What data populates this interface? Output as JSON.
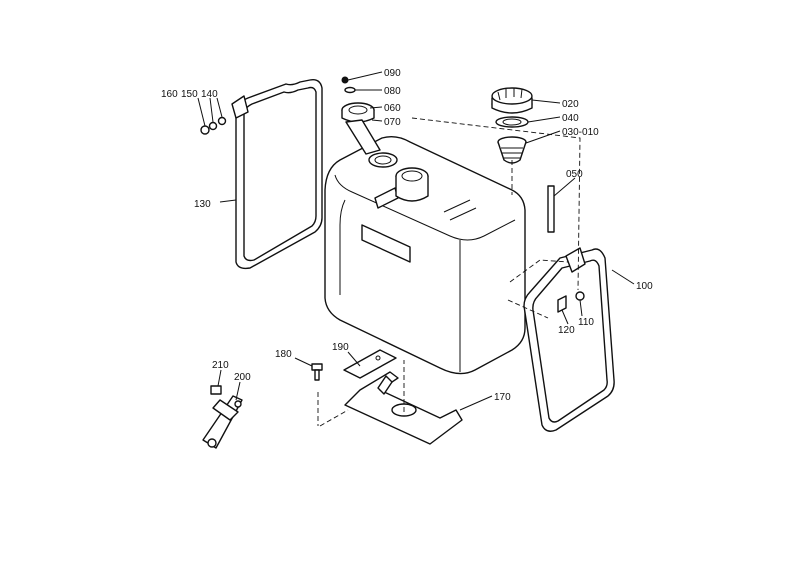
{
  "labels": {
    "l090": "090",
    "l080": "080",
    "l060": "060",
    "l070": "070",
    "l020": "020",
    "l040": "040",
    "l030": "030-010",
    "l050": "050",
    "l160": "160",
    "l150": "150",
    "l140": "140",
    "l130": "130",
    "l100": "100",
    "l110": "110",
    "l120": "120",
    "l180": "180",
    "l190": "190",
    "l170": "170",
    "l210": "210",
    "l200": "200"
  }
}
